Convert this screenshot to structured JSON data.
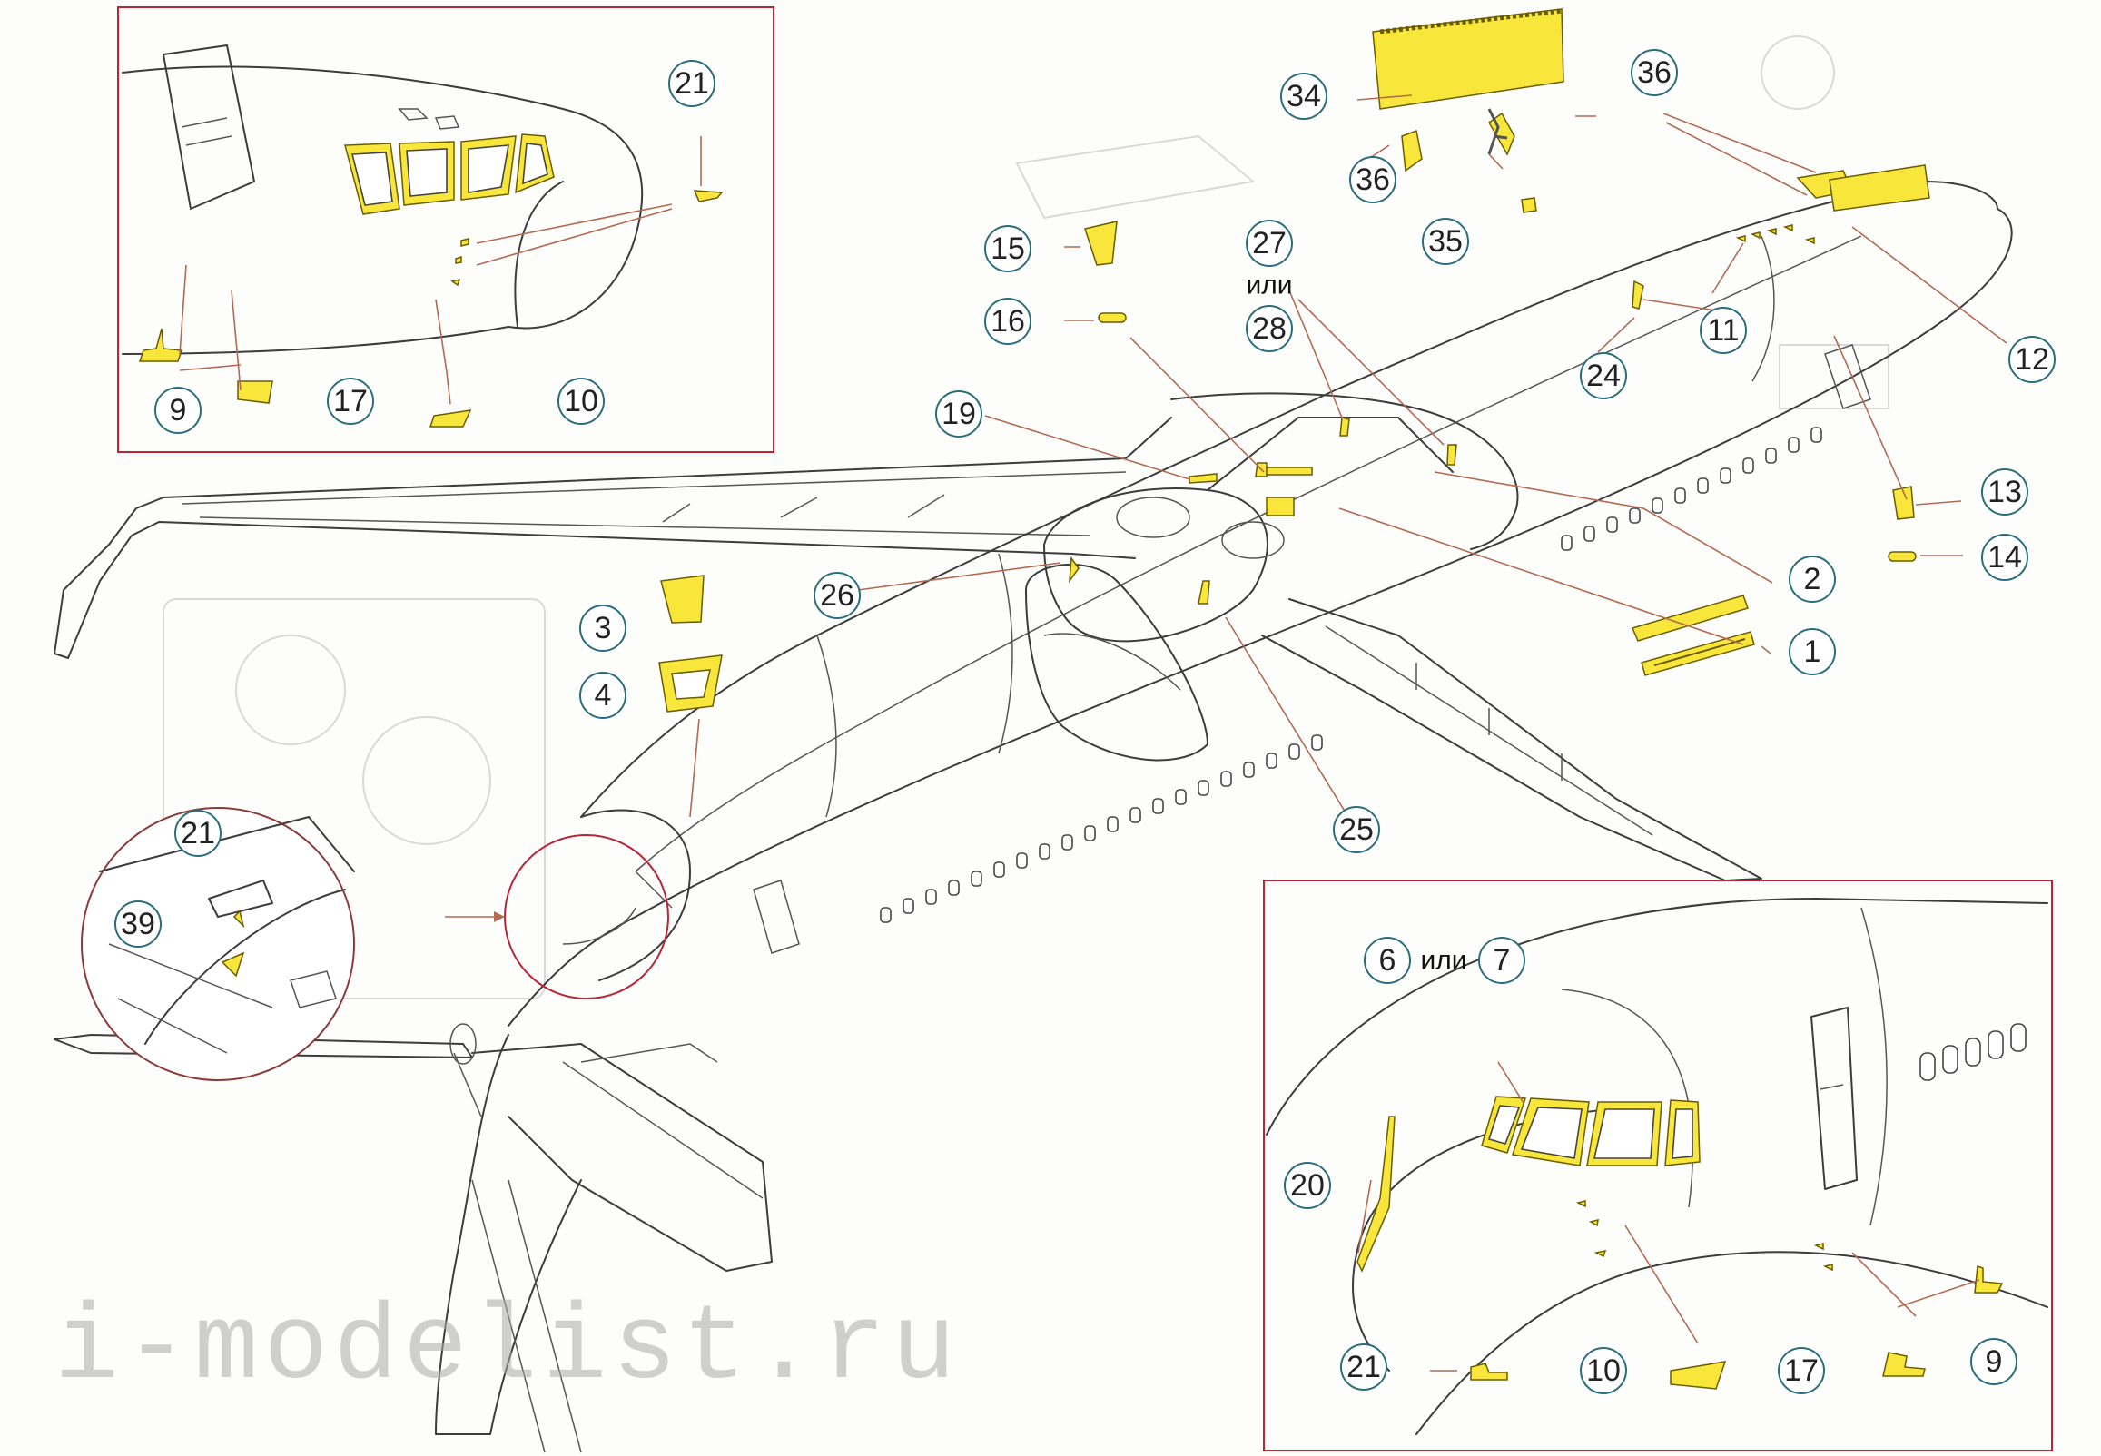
{
  "watermark": "i-modelist.ru",
  "or_word": "или",
  "part_numbers": {
    "p1": "1",
    "p2": "2",
    "p3": "3",
    "p4": "4",
    "p6": "6",
    "p7": "7",
    "p9": "9",
    "p10": "10",
    "p11": "11",
    "p12": "12",
    "p13": "13",
    "p14": "14",
    "p15": "15",
    "p16": "16",
    "p17": "17",
    "p19": "19",
    "p20": "20",
    "p21": "21",
    "p24": "24",
    "p25": "25",
    "p26": "26",
    "p27": "27",
    "p28": "28",
    "p34": "34",
    "p35": "35",
    "p36": "36",
    "p39": "39"
  },
  "colors": {
    "photo_etch_part": "#f8e63a",
    "callout_bubble": "#2b6d7c",
    "leader_line": "#b26b52",
    "inset_frame": "#b7273a"
  }
}
